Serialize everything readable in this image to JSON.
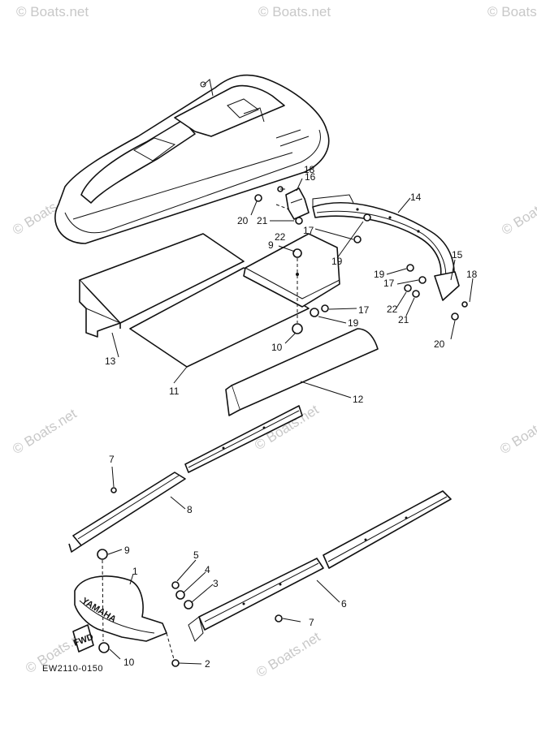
{
  "watermark": "© Boats.net",
  "diagram_code": "EW2110-0150",
  "brand_text": "YAMAHA",
  "fwd_text": "FWD",
  "callouts": [
    "1",
    "2",
    "3",
    "4",
    "5",
    "6",
    "7",
    "7",
    "8",
    "9",
    "9",
    "10",
    "10",
    "11",
    "12",
    "13",
    "14",
    "15",
    "16",
    "17",
    "17",
    "17",
    "18",
    "18",
    "19",
    "19",
    "19",
    "20",
    "20",
    "21",
    "21",
    "22",
    "22"
  ]
}
